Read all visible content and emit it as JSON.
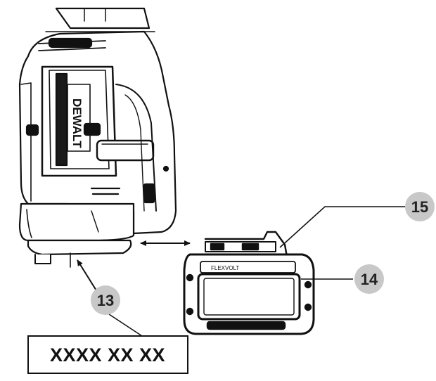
{
  "tool": {
    "brand": "DEWALT"
  },
  "battery": {
    "label": "FLEXVOLT"
  },
  "callouts": [
    {
      "number": "13"
    },
    {
      "number": "14"
    },
    {
      "number": "15"
    }
  ],
  "code_box": {
    "text": "XXXX XX XX"
  },
  "colors": {
    "line": "#111111",
    "callout_fill": "#c8c8c8",
    "background": "#ffffff"
  }
}
